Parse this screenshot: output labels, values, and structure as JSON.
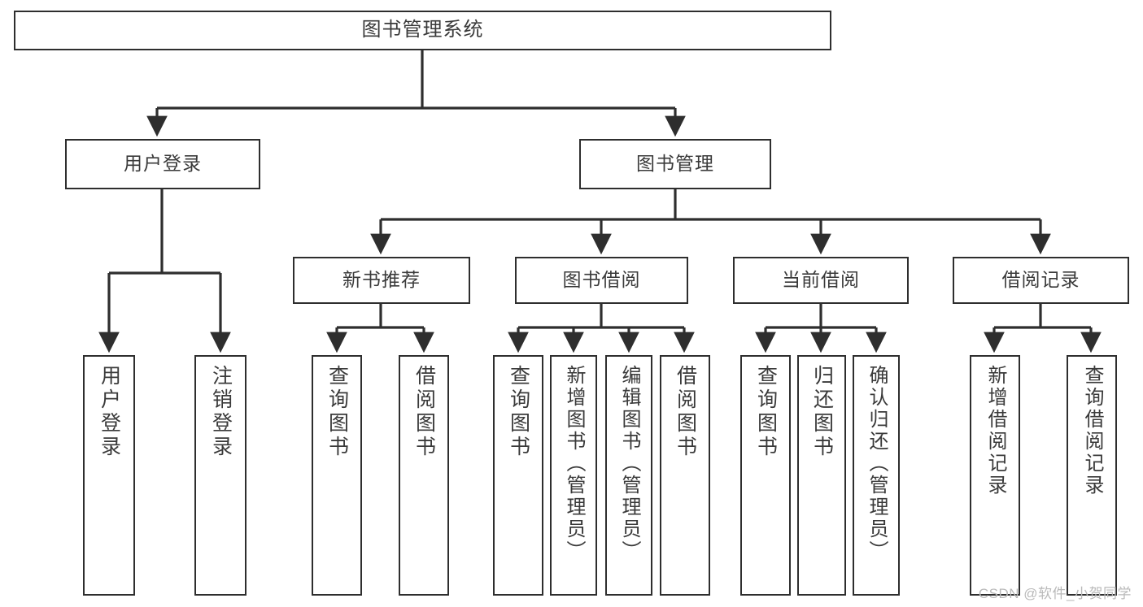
{
  "diagram": {
    "title": "图书管理系统",
    "type": "hierarchy-tree",
    "orientation": "top-down",
    "watermark": "CSDN @软件_小贺同学",
    "colors": {
      "background": "#ffffff",
      "node_border": "#2e2e2e",
      "node_fill": "#ffffff",
      "text": "#3a3a3a",
      "edge": "#2e2e2e",
      "watermark": "#b9b9b9"
    },
    "nodes": {
      "root": {
        "id": "root",
        "label": "图书管理系统",
        "level": 1
      },
      "level2": [
        {
          "id": "user-login",
          "label": "用户登录",
          "level": 2
        },
        {
          "id": "book-manage",
          "label": "图书管理",
          "level": 2
        }
      ],
      "level3": [
        {
          "id": "new-book-recommend",
          "label": "新书推荐",
          "level": 3,
          "parent": "book-manage"
        },
        {
          "id": "book-borrow",
          "label": "图书借阅",
          "level": 3,
          "parent": "book-manage"
        },
        {
          "id": "current-borrow",
          "label": "当前借阅",
          "level": 3,
          "parent": "book-manage"
        },
        {
          "id": "borrow-record",
          "label": "借阅记录",
          "level": 3,
          "parent": "book-manage"
        }
      ],
      "leaves": [
        {
          "id": "leaf-user-login",
          "label": "用户登录",
          "parent": "user-login"
        },
        {
          "id": "leaf-user-logout",
          "label": "注销登录",
          "parent": "user-login"
        },
        {
          "id": "leaf-query-book-1",
          "label": "查询图书",
          "parent": "new-book-recommend"
        },
        {
          "id": "leaf-borrow-book-1",
          "label": "借阅图书",
          "parent": "new-book-recommend"
        },
        {
          "id": "leaf-query-book-2",
          "label": "查询图书",
          "parent": "book-borrow"
        },
        {
          "id": "leaf-add-book",
          "label": "新增图书（管理员）",
          "parent": "book-borrow"
        },
        {
          "id": "leaf-edit-book",
          "label": "编辑图书（管理员）",
          "parent": "book-borrow"
        },
        {
          "id": "leaf-borrow-book-2",
          "label": "借阅图书",
          "parent": "book-borrow"
        },
        {
          "id": "leaf-query-book-3",
          "label": "查询图书",
          "parent": "current-borrow"
        },
        {
          "id": "leaf-return-book",
          "label": "归还图书",
          "parent": "current-borrow"
        },
        {
          "id": "leaf-confirm-return",
          "label": "确认归还（管理员）",
          "parent": "current-borrow"
        },
        {
          "id": "leaf-add-borrow-record",
          "label": "新增借阅记录",
          "parent": "borrow-record"
        },
        {
          "id": "leaf-query-borrow-record",
          "label": "查询借阅记录",
          "parent": "borrow-record"
        }
      ]
    }
  }
}
